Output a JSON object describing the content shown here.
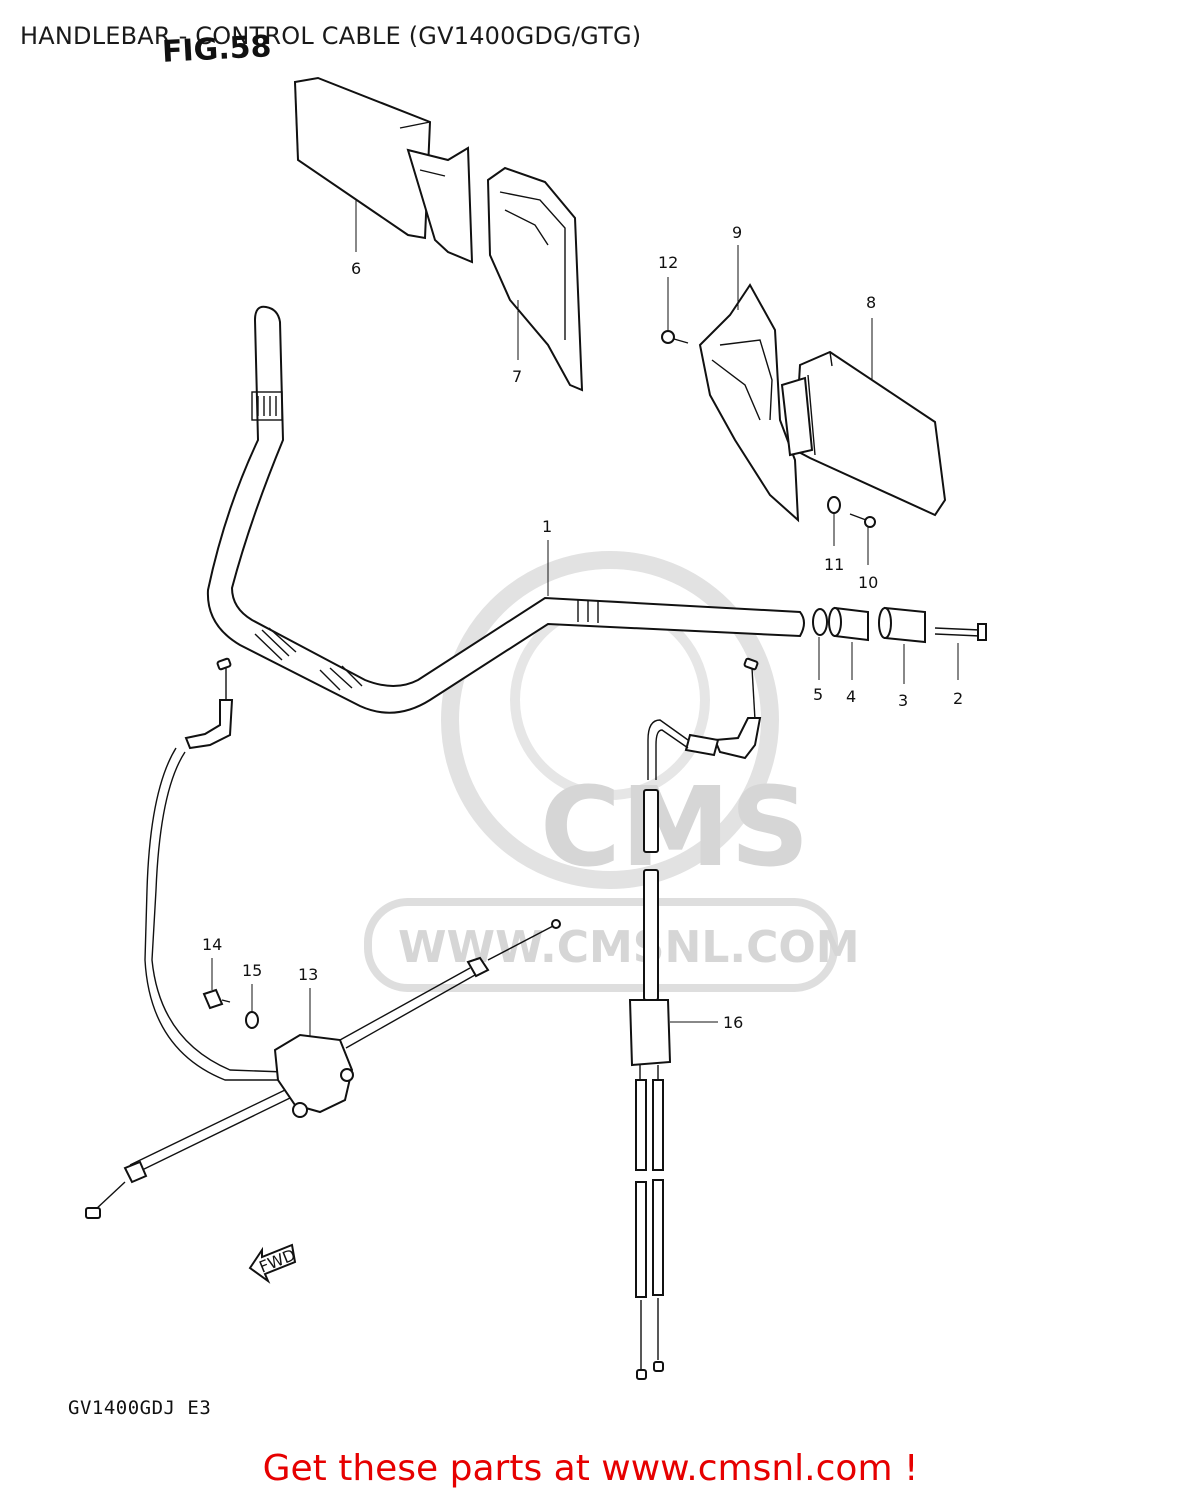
{
  "title": "HANDLEBAR - CONTROL CABLE (GV1400GDG/GTG)",
  "figure_label": "FIG.58",
  "model_code": "GV1400GDJ E3",
  "direction_marker": "FWD",
  "watermark": {
    "brand": "CMS",
    "url": "WWW.CMSNL.COM"
  },
  "footer": {
    "text": "Get these parts at www.cmsnl.com !",
    "color": "#e60000"
  },
  "callouts": [
    {
      "id": "1",
      "label": "1",
      "part": "handlebar"
    },
    {
      "id": "2",
      "label": "2",
      "part": "bolt"
    },
    {
      "id": "3",
      "label": "3",
      "part": "balancer weight"
    },
    {
      "id": "4",
      "label": "4",
      "part": "balancer"
    },
    {
      "id": "5",
      "label": "5",
      "part": "washer"
    },
    {
      "id": "6",
      "label": "6",
      "part": "mirror left"
    },
    {
      "id": "7",
      "label": "7",
      "part": "knuckle cover left"
    },
    {
      "id": "8",
      "label": "8",
      "part": "mirror right"
    },
    {
      "id": "9",
      "label": "9",
      "part": "knuckle cover right"
    },
    {
      "id": "10",
      "label": "10",
      "part": "screw"
    },
    {
      "id": "11",
      "label": "11",
      "part": "washer"
    },
    {
      "id": "12",
      "label": "12",
      "part": "screw"
    },
    {
      "id": "13",
      "label": "13",
      "part": "cable joint"
    },
    {
      "id": "14",
      "label": "14",
      "part": "nut"
    },
    {
      "id": "15",
      "label": "15",
      "part": "washer"
    },
    {
      "id": "16",
      "label": "16",
      "part": "throttle cable"
    }
  ]
}
